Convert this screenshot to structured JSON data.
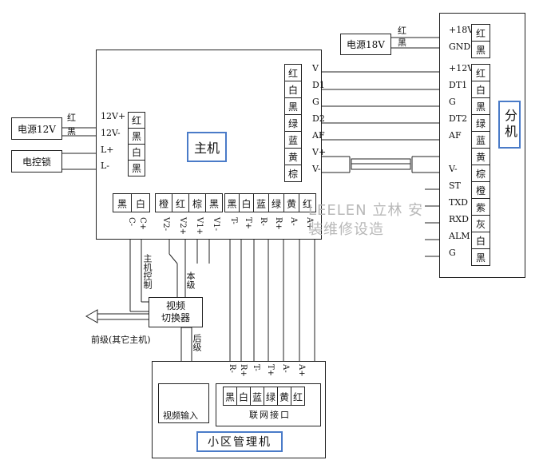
{
  "main_unit": {
    "title": "主机",
    "left_terminals": [
      {
        "pin": "12V+",
        "color": "红"
      },
      {
        "pin": "12V-",
        "color": "黑"
      },
      {
        "pin": "L+",
        "color": "白"
      },
      {
        "pin": "L-",
        "color": "黑"
      }
    ],
    "right_terminals": [
      {
        "pin": "V",
        "color": "红"
      },
      {
        "pin": "D1",
        "color": "白"
      },
      {
        "pin": "G",
        "color": "黑"
      },
      {
        "pin": "D2",
        "color": "绿"
      },
      {
        "pin": "AF",
        "color": "蓝"
      },
      {
        "pin": "V+",
        "color": "黄"
      },
      {
        "pin": "V-",
        "color": "棕"
      }
    ],
    "bottom_terminals": [
      {
        "color": "黑",
        "pin": "C-"
      },
      {
        "color": "白",
        "pin": "C+"
      },
      {
        "color": "橙",
        "pin": "V2-"
      },
      {
        "color": "红",
        "pin": "V2+"
      },
      {
        "color": "棕",
        "pin": "V1+"
      },
      {
        "color": "黑",
        "pin": "V1-"
      },
      {
        "color": "黑",
        "pin": "T-"
      },
      {
        "color": "白",
        "pin": "T+"
      },
      {
        "color": "蓝",
        "pin": "R-"
      },
      {
        "color": "绿",
        "pin": "R+"
      },
      {
        "color": "黄",
        "pin": "A-"
      },
      {
        "color": "红",
        "pin": "A+"
      }
    ]
  },
  "power_12v": {
    "label": "电源12V",
    "wire_red": "红",
    "wire_black": "黑"
  },
  "lock": {
    "label": "电控锁"
  },
  "power_18v": {
    "label": "电源18V",
    "wire_red": "红",
    "wire_black": "黑"
  },
  "sub_unit": {
    "title": "分机",
    "terminals": [
      {
        "pin": "+18V",
        "color": "红"
      },
      {
        "pin": "GND",
        "color": "黑"
      },
      {
        "pin": "+12V",
        "color": "红"
      },
      {
        "pin": "DT1",
        "color": "白"
      },
      {
        "pin": "G",
        "color": "黑"
      },
      {
        "pin": "DT2",
        "color": "绿"
      },
      {
        "pin": "AF",
        "color": "蓝"
      },
      {
        "pin": "",
        "color": "黄"
      },
      {
        "pin": "V-",
        "color": "棕"
      },
      {
        "pin": "ST",
        "color": "橙"
      },
      {
        "pin": "TXD",
        "color": "紫"
      },
      {
        "pin": "RXD",
        "color": "灰"
      },
      {
        "pin": "ALM",
        "color": "白"
      },
      {
        "pin": "G",
        "color": "黑"
      }
    ]
  },
  "switcher": {
    "label_line1": "视频",
    "label_line2": "切换器"
  },
  "wire_labels": {
    "host_control": "主机控制",
    "this_level": "本级",
    "front_level": "前级(其它主机)",
    "rear_level": "后级"
  },
  "management": {
    "title": "小区管理机",
    "video_input": "视频输入",
    "network_port": "联网接口",
    "port_pins": [
      "R-",
      "R+",
      "T-",
      "T+",
      "A-",
      "A+"
    ],
    "port_colors": [
      "黑",
      "白",
      "蓝",
      "绿",
      "黄",
      "红"
    ]
  },
  "watermark": "LEELEN 立林 安装维修设造"
}
